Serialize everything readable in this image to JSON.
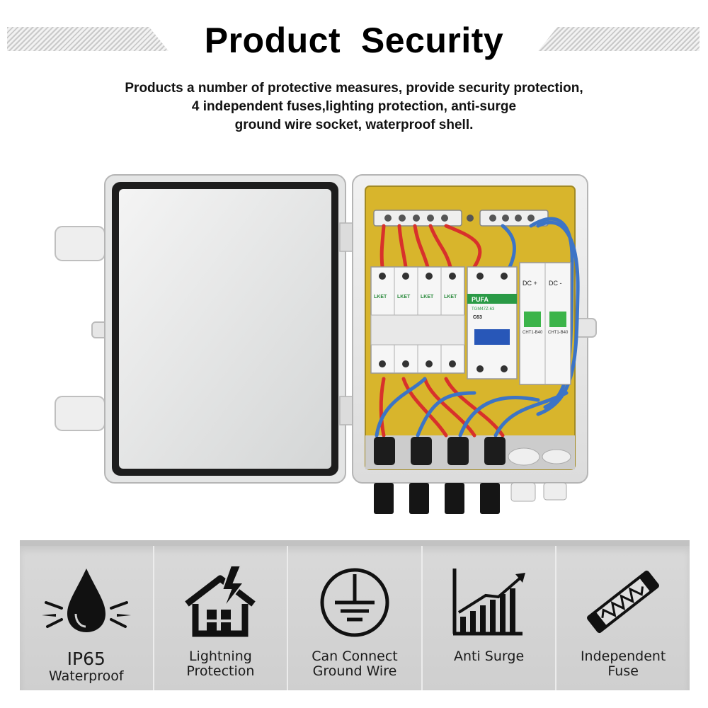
{
  "header": {
    "title": "Product  Security",
    "description": [
      "Products a number of protective measures, provide security protection,",
      "4 independent fuses,lighting protection, anti-surge",
      "ground wire socket, waterproof shell."
    ]
  },
  "product": {
    "fuse_brand": "LKET",
    "breaker_brand": "PUFA",
    "breaker_model": "TGM47Z-63",
    "breaker_rating": "C63",
    "spd_labels": [
      "DC +",
      "DC -"
    ],
    "spd_model": "CHT1-B40"
  },
  "features": [
    {
      "id": "waterproof",
      "icon": "water-drop-icon",
      "line1": "IP65",
      "line2": "Waterproof"
    },
    {
      "id": "lightning",
      "icon": "house-lightning-icon",
      "line1": "Lightning",
      "line2": "Protection"
    },
    {
      "id": "ground",
      "icon": "ground-symbol-icon",
      "line1": "Can Connect",
      "line2": "Ground Wire"
    },
    {
      "id": "surge",
      "icon": "rising-chart-icon",
      "line1": "Anti Surge",
      "line2": ""
    },
    {
      "id": "fuse",
      "icon": "fuse-icon",
      "line1": "Independent",
      "line2": "Fuse"
    }
  ],
  "colors": {
    "enclosure": "#e9eaea",
    "backplate": "#d8b52c",
    "wire_red": "#d8312b",
    "wire_blue": "#3c74c6",
    "band": "#d5d5d5"
  }
}
